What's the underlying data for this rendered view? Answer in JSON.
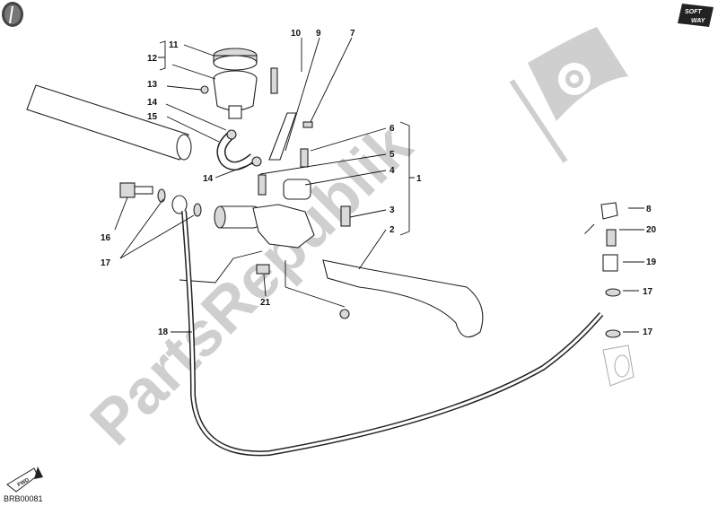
{
  "diagram": {
    "code": "BRB00081",
    "fwd_label": "FWD",
    "logo_text": [
      "SOFT",
      "WAY"
    ],
    "watermark": "PartsRepublik",
    "callouts": {
      "c1": "1",
      "c2": "2",
      "c3": "3",
      "c4": "4",
      "c5": "5",
      "c6": "6",
      "c7": "7",
      "c8": "8",
      "c9": "9",
      "c10": "10",
      "c11": "11",
      "c12": "12",
      "c13": "13",
      "c14a": "14",
      "c14b": "14",
      "c15": "15",
      "c16": "16",
      "c17a": "17",
      "c17b": "17",
      "c17c": "17",
      "c18": "18",
      "c19": "19",
      "c20": "20",
      "c21": "21"
    }
  },
  "colors": {
    "line": "#111111",
    "watermark": "#cfcfcf",
    "fill_grey": "#d9d9d9"
  },
  "icons": [
    "info-badge-icon",
    "soft-way-logo",
    "gear-flag-watermark-icon",
    "fwd-arrow-icon"
  ]
}
